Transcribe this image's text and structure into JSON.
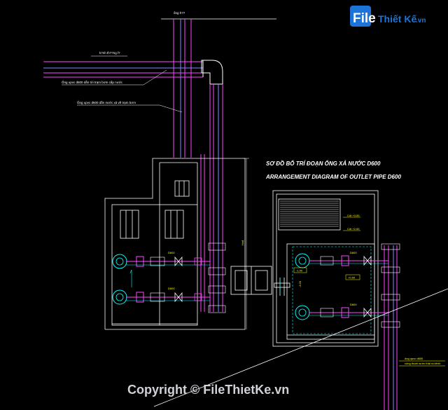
{
  "drawing": {
    "title_vi": "SƠ ĐỒ BỐ TRÍ ĐOẠN ỐNG XẢ NƯỚC D600",
    "title_en": "ARRANGEMENT DIAGRAM OF  OUTLET PIPE  D600",
    "labels": {
      "top_pipe": "ống h??",
      "left_label": "k?nh th??ng l?",
      "pipe_note_1": "Ống upvc d600 dẫn tới trạm bơm cấp nước",
      "pipe_note_2": "Ống upvc d600 dẫn nước xả về trạm bơm",
      "vertical_dim": "Hvđ",
      "right_note_1": "Cốt +3.00",
      "right_note_2": "Cốt +2.00",
      "level_1": "-1.00",
      "level_2": "+0.60",
      "level_3": "-3.20",
      "valve_tag_1": "D600",
      "valve_tag_2": "D600",
      "valve_tag_3": "D600",
      "valve_tag_4": "D600",
      "bottom_note_1": "ống upvc d600",
      "bottom_note_2": "cống thoát nước thải ra kênh"
    }
  },
  "logo": {
    "file": "File",
    "rest": "Thiết Kế",
    "domain": ".vn"
  },
  "watermark": "Copyright © FileThietKe.vn",
  "colors": {
    "background": "#000000",
    "line_white": "#ffffff",
    "pipe_magenta": "#ff44ff",
    "cyan": "#00ffff",
    "yellow": "#ffff00",
    "red": "#ff3030"
  }
}
